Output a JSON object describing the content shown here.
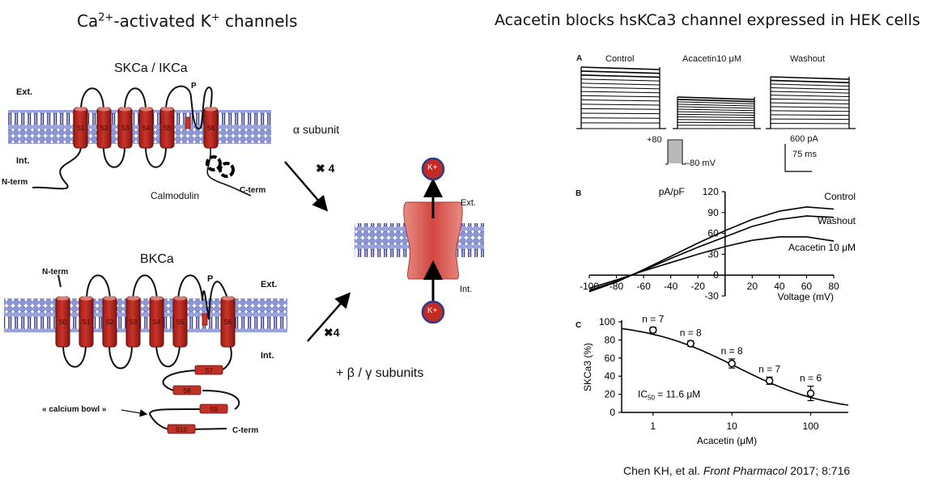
{
  "left_panel": {
    "title_parts": {
      "pre": "Ca",
      "sup1": "2+",
      "mid": "-activated K",
      "sup2": "+",
      "post": " channels"
    },
    "skca": {
      "name": "SKCa / IKCa",
      "ext_label": "Ext.",
      "int_label": "Int.",
      "n_term": "N-term",
      "c_term": "C-term",
      "pore_label": "P",
      "calmodulin": "Calmodulin",
      "segments": [
        "S1",
        "S2",
        "S3",
        "S4",
        "S5",
        "S6"
      ]
    },
    "bkca": {
      "name": "BKCa",
      "ext_label": "Ext.",
      "int_label": "Int.",
      "n_term": "N-term",
      "c_term": "C-term",
      "pore_label": "P",
      "calcium_bowl": "« calcium bowl »",
      "segments": [
        "S0",
        "S1",
        "S2",
        "S3",
        "S4",
        "S5",
        "S6"
      ],
      "cytosolic_segments": [
        "S7",
        "S8",
        "S9",
        "S10"
      ]
    },
    "assembly": {
      "alpha_subunit": "α subunit",
      "times4_top": "✖ 4",
      "times4_bottom": "✖4",
      "beta_gamma": "+ β / γ subunits",
      "ion_top": "K+",
      "ion_bottom": "K+",
      "ext_label": "Ext.",
      "int_label": "Int."
    }
  },
  "right_panel": {
    "title": "Acacetin blocks hsKCa3 channel expressed in HEK cells",
    "panel_a": {
      "letter": "A",
      "conditions": [
        "Control",
        "Acacetin10 μM",
        "Washout"
      ],
      "protocol_top": "+80",
      "protocol_bottom": "–80 mV",
      "scale_current": "600 pA",
      "scale_time": "75 ms"
    },
    "citation": {
      "authors": "Chen KH, et al. ",
      "journal": "Front Pharmacol",
      "details": " 2017; 8:716"
    }
  },
  "chart_data": [
    {
      "type": "line",
      "panel": "B",
      "title": "",
      "xlabel": "Voltage (mV)",
      "ylabel": "pA/pF",
      "xlim": [
        -100,
        80
      ],
      "ylim": [
        -30,
        120
      ],
      "x_ticks": [
        -100,
        -80,
        -60,
        -40,
        -20,
        20,
        40,
        60,
        80
      ],
      "x_tick_labels": [
        "-100",
        "-80",
        "-60",
        "-40",
        "-20",
        "20",
        "40",
        "60",
        "80"
      ],
      "y_ticks": [
        -30,
        0,
        30,
        60,
        90,
        120
      ],
      "y_tick_labels": [
        "-30",
        "0",
        "30",
        "60",
        "90",
        "120"
      ],
      "x": [
        -100,
        -80,
        -60,
        -40,
        -20,
        0,
        20,
        40,
        60,
        80
      ],
      "series": [
        {
          "name": "Control",
          "values": [
            -24,
            -10,
            8,
            27,
            46,
            64,
            80,
            92,
            98,
            95
          ]
        },
        {
          "name": "Washout",
          "values": [
            -22,
            -9,
            7,
            24,
            40,
            55,
            70,
            80,
            85,
            83
          ]
        },
        {
          "name": "Acacetin 10 μM",
          "values": [
            -19,
            -7,
            6,
            18,
            30,
            41,
            50,
            55,
            55,
            49
          ]
        }
      ],
      "legend": "right (inline labels)"
    },
    {
      "type": "scatter",
      "panel": "C",
      "title": "",
      "xlabel": "Acacetin (μM)",
      "ylabel": "SKCa3 (%)",
      "xscale": "log",
      "xlim": [
        0.4,
        300
      ],
      "ylim": [
        0,
        100
      ],
      "x_ticks": [
        1,
        10,
        100
      ],
      "x_tick_labels": [
        "1",
        "10",
        "100"
      ],
      "y_ticks": [
        0,
        20,
        40,
        60,
        80,
        100
      ],
      "y_tick_labels": [
        "0",
        "20",
        "40",
        "60",
        "80",
        "100"
      ],
      "points": [
        {
          "x": 1,
          "y": 91,
          "err": 3,
          "n_label": "n = 7"
        },
        {
          "x": 3,
          "y": 76,
          "err": 3,
          "n_label": "n = 8"
        },
        {
          "x": 10,
          "y": 54,
          "err": 5,
          "n_label": "n = 8"
        },
        {
          "x": 30,
          "y": 35,
          "err": 4,
          "n_label": "n = 7"
        },
        {
          "x": 100,
          "y": 21,
          "err": 8,
          "n_label": "n = 6"
        }
      ],
      "fit": {
        "model": "Hill",
        "ic50": 11.6,
        "hill": 0.75,
        "top": 100,
        "bottom": 0
      },
      "annotation": {
        "pre": "IC",
        "sub": "50",
        "post": " = 11.6 μM"
      }
    }
  ]
}
